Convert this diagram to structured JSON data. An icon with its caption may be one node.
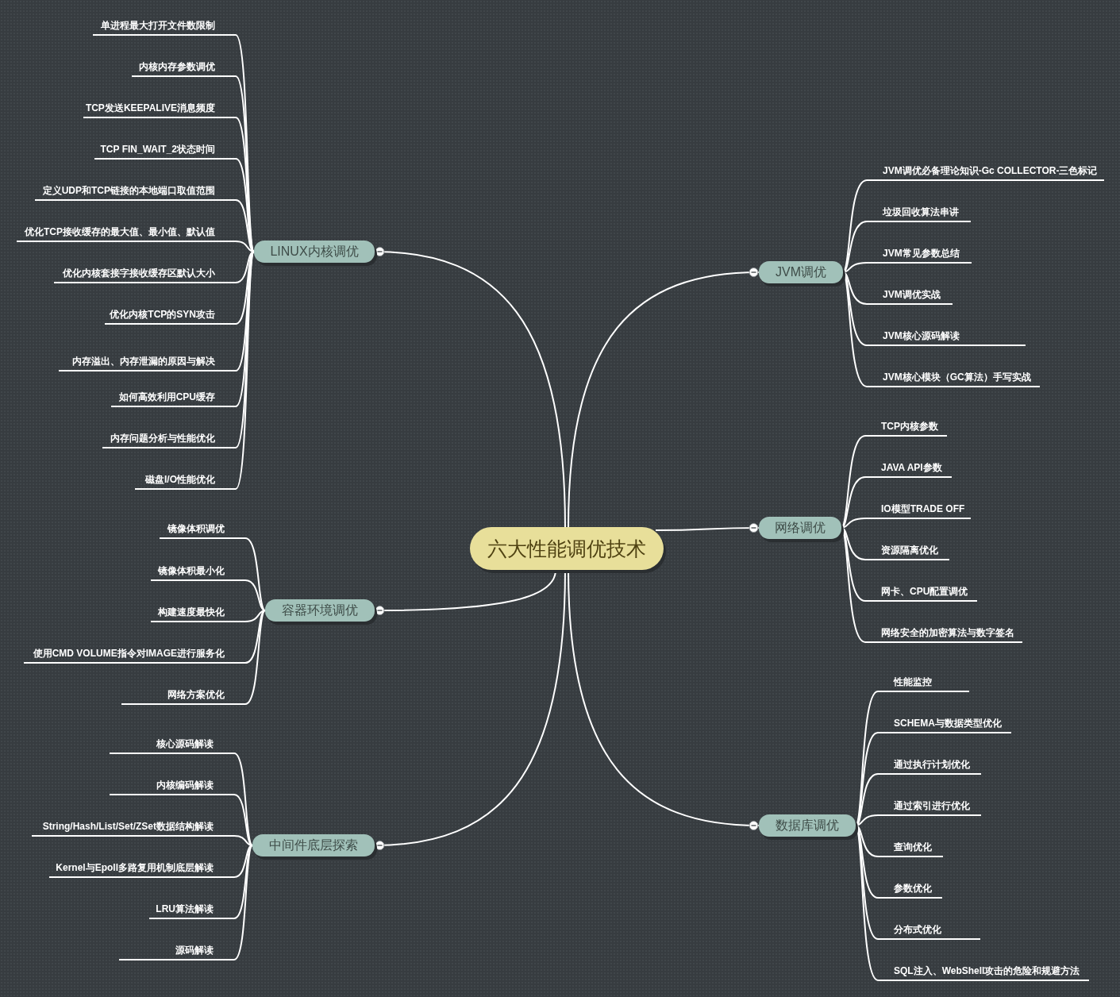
{
  "diagram": {
    "nodes": [
      {
        "text": [
          "六大性能调优技术"
        ]
      },
      {
        "text": [
          "LINUX内核调优"
        ]
      },
      {
        "text": [
          "单进程最大打开文件数限制"
        ]
      },
      {
        "text": [
          "内核内存参数调优"
        ]
      },
      {
        "text": [
          "TCP发送KEEPALIVE消息频度"
        ]
      },
      {
        "text": [
          "TCP FIN_WAIT_2状态时间"
        ]
      },
      {
        "text": [
          "定义UDP和TCP链接的本地端口取值范围"
        ]
      },
      {
        "text": [
          "优化TCP接收缓存的最大值、最小值、默认值"
        ]
      },
      {
        "text": [
          "优化内核套接字接收缓存区默认大小"
        ]
      },
      {
        "text": [
          "优化内核TCP的SYN攻击"
        ]
      },
      {
        "text": [
          "内存溢出、内存泄漏的原因与解决"
        ]
      },
      {
        "text": [
          "如何高效利用CPU缓存"
        ]
      },
      {
        "text": [
          "内存问题分析与性能优化"
        ]
      },
      {
        "text": [
          "磁盘I/O性能优化"
        ]
      },
      {
        "text": [
          "容器环境调优"
        ]
      },
      {
        "text": [
          "镜像体积调优"
        ]
      },
      {
        "text": [
          "镜像体积最小化"
        ]
      },
      {
        "text": [
          "构建速度最快化"
        ]
      },
      {
        "text": [
          "使用CMD VOLUME指令对IMAGE进行服务化"
        ]
      },
      {
        "text": [
          "网络方案优化"
        ]
      },
      {
        "text": [
          "中间件底层探索"
        ]
      },
      {
        "text": [
          "核心源码解读"
        ]
      },
      {
        "text": [
          "内核编码解读"
        ]
      },
      {
        "text": [
          "String/Hash/List/Set/ZSet数据结构解读"
        ]
      },
      {
        "text": [
          "Kernel与Epoll多路复用机制底层解读"
        ]
      },
      {
        "text": [
          "LRU算法解读"
        ]
      },
      {
        "text": [
          "源码解读"
        ]
      },
      {
        "text": [
          "JVM调优"
        ]
      },
      {
        "text": [
          "JVM调优必备理论知识-Gc COLLECTOR-三色标记"
        ]
      },
      {
        "text": [
          "垃圾回收算法串讲"
        ]
      },
      {
        "text": [
          "JVM常见参数总结"
        ]
      },
      {
        "text": [
          "JVM调优实战"
        ]
      },
      {
        "text": [
          "JVM核心源码解读"
        ]
      },
      {
        "text": [
          "JVM核心模块（GC算法）手写实战"
        ]
      },
      {
        "text": [
          "网络调优"
        ]
      },
      {
        "text": [
          "TCP内核参数"
        ]
      },
      {
        "text": [
          "JAVA API参数"
        ]
      },
      {
        "text": [
          "IO模型TRADE OFF"
        ]
      },
      {
        "text": [
          "资源隔离优化"
        ]
      },
      {
        "text": [
          "网卡、CPU配置调优"
        ]
      },
      {
        "text": [
          "网络安全的加密算法与数字签名"
        ]
      },
      {
        "text": [
          "数据库调优"
        ]
      },
      {
        "text": [
          "性能监控"
        ]
      },
      {
        "text": [
          "SCHEMA与数据类型优化"
        ]
      },
      {
        "text": [
          "通过执行计划优化"
        ]
      },
      {
        "text": [
          "通过索引进行优化"
        ]
      },
      {
        "text": [
          "查询优化"
        ]
      },
      {
        "text": [
          "参数优化"
        ]
      },
      {
        "text": [
          "分布式优化"
        ]
      },
      {
        "text": [
          "SQL注入、WebShell攻击的危险和规避方法"
        ]
      }
    ],
    "edges": [
      {
        "from": 0,
        "to": 1,
        "arrow": "other"
      },
      {
        "from": 0,
        "to": 14,
        "arrow": "other"
      },
      {
        "from": 0,
        "to": 20,
        "arrow": "other"
      },
      {
        "from": 0,
        "to": 27,
        "arrow": "other"
      },
      {
        "from": 0,
        "to": 34,
        "arrow": "other"
      },
      {
        "from": 0,
        "to": 41,
        "arrow": "other"
      },
      {
        "from": 1,
        "to": 2,
        "arrow": "none"
      },
      {
        "from": 1,
        "to": 3,
        "arrow": "none"
      },
      {
        "from": 1,
        "to": 4,
        "arrow": "none"
      },
      {
        "from": 1,
        "to": 5,
        "arrow": "none"
      },
      {
        "from": 1,
        "to": 6,
        "arrow": "none"
      },
      {
        "from": 1,
        "to": 7,
        "arrow": "none"
      },
      {
        "from": 1,
        "to": 8,
        "arrow": "none"
      },
      {
        "from": 1,
        "to": 9,
        "arrow": "none"
      },
      {
        "from": 1,
        "to": 10,
        "arrow": "none"
      },
      {
        "from": 1,
        "to": 11,
        "arrow": "none"
      },
      {
        "from": 1,
        "to": 12,
        "arrow": "none"
      },
      {
        "from": 1,
        "to": 13,
        "arrow": "none"
      },
      {
        "from": 14,
        "to": 15,
        "arrow": "none"
      },
      {
        "from": 14,
        "to": 16,
        "arrow": "none"
      },
      {
        "from": 14,
        "to": 17,
        "arrow": "none"
      },
      {
        "from": 14,
        "to": 18,
        "arrow": "none"
      },
      {
        "from": 14,
        "to": 19,
        "arrow": "none"
      },
      {
        "from": 20,
        "to": 21,
        "arrow": "none"
      },
      {
        "from": 20,
        "to": 22,
        "arrow": "none"
      },
      {
        "from": 20,
        "to": 23,
        "arrow": "none"
      },
      {
        "from": 20,
        "to": 24,
        "arrow": "none"
      },
      {
        "from": 20,
        "to": 25,
        "arrow": "none"
      },
      {
        "from": 20,
        "to": 26,
        "arrow": "none"
      },
      {
        "from": 27,
        "to": 28,
        "arrow": "none"
      },
      {
        "from": 27,
        "to": 29,
        "arrow": "none"
      },
      {
        "from": 27,
        "to": 30,
        "arrow": "none"
      },
      {
        "from": 27,
        "to": 31,
        "arrow": "none"
      },
      {
        "from": 27,
        "to": 32,
        "arrow": "none"
      },
      {
        "from": 27,
        "to": 33,
        "arrow": "none"
      },
      {
        "from": 34,
        "to": 35,
        "arrow": "none"
      },
      {
        "from": 34,
        "to": 36,
        "arrow": "none"
      },
      {
        "from": 34,
        "to": 37,
        "arrow": "none"
      },
      {
        "from": 34,
        "to": 38,
        "arrow": "none"
      },
      {
        "from": 34,
        "to": 39,
        "arrow": "none"
      },
      {
        "from": 34,
        "to": 40,
        "arrow": "none"
      },
      {
        "from": 41,
        "to": 42,
        "arrow": "none"
      },
      {
        "from": 41,
        "to": 43,
        "arrow": "none"
      },
      {
        "from": 41,
        "to": 44,
        "arrow": "none"
      },
      {
        "from": 41,
        "to": 45,
        "arrow": "none"
      },
      {
        "from": 41,
        "to": 46,
        "arrow": "none"
      },
      {
        "from": 41,
        "to": 47,
        "arrow": "none"
      },
      {
        "from": 41,
        "to": 48,
        "arrow": "none"
      },
      {
        "from": 41,
        "to": 49,
        "arrow": "none"
      }
    ]
  }
}
